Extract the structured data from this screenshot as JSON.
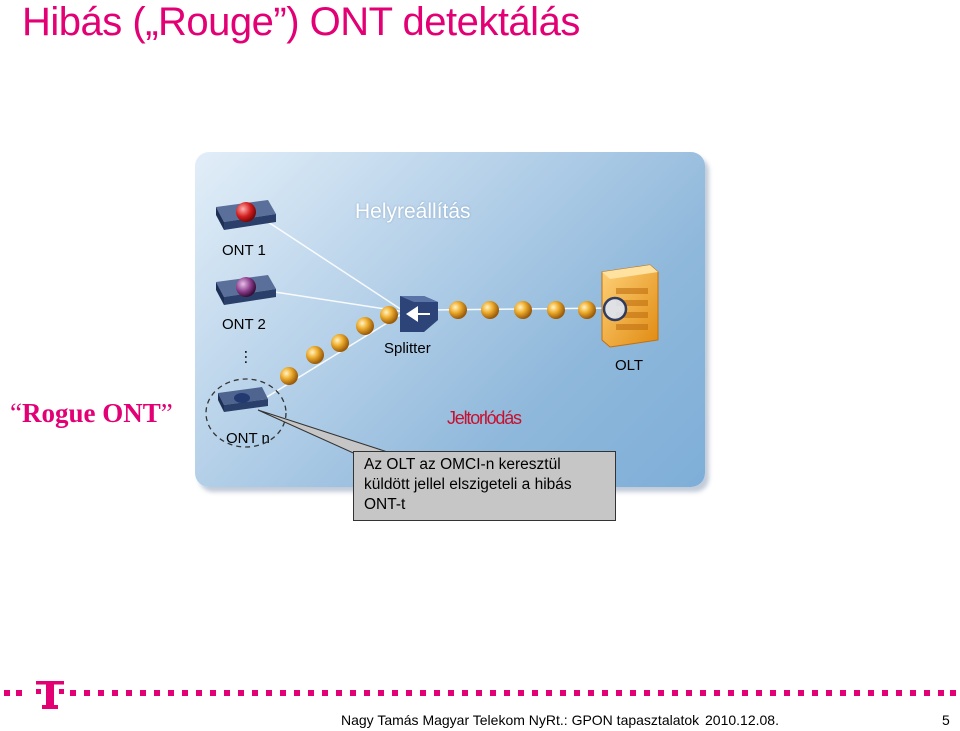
{
  "slide": {
    "title": "Hibás („Rouge”) ONT detektálás",
    "panel_title": "Helyreállítás",
    "onts": [
      {
        "label": "ONT 1",
        "led_color": "#d41e1e"
      },
      {
        "label": "ONT 2",
        "led_color": "#8a3c8a"
      },
      {
        "label": "ONT n",
        "led_color": "#2c4b86"
      }
    ],
    "ellipsis": "…",
    "splitter_label": "Splitter",
    "olt_label": "OLT",
    "rogue_label": "Rogue ONT",
    "congestion_label": "Jeltorlódás",
    "callout_text": "Az OLT az OMCI-n keresztül küldött jellel elszigeteli a hibás ONT-t",
    "colors": {
      "accent": "#e20074",
      "congestion": "#c8102e",
      "bead": "#e6a020"
    }
  },
  "footer": {
    "author": "Nagy Tamás Magyar Telekom NyRt.: GPON tapasztalatok",
    "date": "2010.12.08.",
    "page": "5"
  }
}
